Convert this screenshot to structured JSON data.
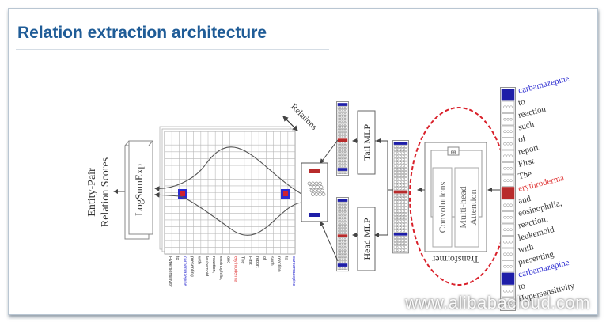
{
  "slide": {
    "title": "Relation extraction architecture",
    "watermark": "www.alibabacloud.com"
  },
  "diagram": {
    "output_label_line1": "Entity-Pair",
    "output_label_line2": "Relation Scores",
    "logsumexp_label": "LogSumExp",
    "relations_label": "Relations",
    "tail_mlp_label": "Tail MLP",
    "head_mlp_label": "Head MLP",
    "transformer_label": "Transformer",
    "convolutions_label": "Convolutions",
    "attention_label_line1": "Multi-head",
    "attention_label_line2": "Attention",
    "add_symbol": "⊕",
    "tokens": [
      {
        "text": "carbamazepine",
        "type": "entity"
      },
      {
        "text": "to",
        "type": "normal"
      },
      {
        "text": "reaction",
        "type": "normal"
      },
      {
        "text": "such",
        "type": "normal"
      },
      {
        "text": "of",
        "type": "normal"
      },
      {
        "text": "report",
        "type": "normal"
      },
      {
        "text": "First",
        "type": "normal"
      },
      {
        "text": "The",
        "type": "normal"
      },
      {
        "text": "erythroderma",
        "type": "target"
      },
      {
        "text": "and",
        "type": "normal"
      },
      {
        "text": "eosinophilia,",
        "type": "normal"
      },
      {
        "text": "reaction,",
        "type": "normal"
      },
      {
        "text": "leukemoid",
        "type": "normal"
      },
      {
        "text": "with",
        "type": "normal"
      },
      {
        "text": "presenting",
        "type": "normal"
      },
      {
        "text": "carbamazepine",
        "type": "entity"
      },
      {
        "text": "to",
        "type": "normal"
      },
      {
        "text": "Hypersensitivity",
        "type": "normal"
      }
    ],
    "bottom_tokens": [
      {
        "text": "Hypersensitivity",
        "type": "normal"
      },
      {
        "text": "to",
        "type": "normal"
      },
      {
        "text": "carbamazepine",
        "type": "entity"
      },
      {
        "text": "presenting",
        "type": "normal"
      },
      {
        "text": "with",
        "type": "normal"
      },
      {
        "text": "leukemoid",
        "type": "normal"
      },
      {
        "text": "reaction,",
        "type": "normal"
      },
      {
        "text": "eosinophilia,",
        "type": "normal"
      },
      {
        "text": "and",
        "type": "normal"
      },
      {
        "text": "erythroderma",
        "type": "target"
      },
      {
        "text": "The",
        "type": "normal"
      },
      {
        "text": "First",
        "type": "normal"
      },
      {
        "text": "report",
        "type": "normal"
      },
      {
        "text": "of",
        "type": "normal"
      },
      {
        "text": "such",
        "type": "normal"
      },
      {
        "text": "reaction",
        "type": "normal"
      },
      {
        "text": "to",
        "type": "normal"
      },
      {
        "text": "carbamazepine",
        "type": "entity"
      }
    ],
    "colors": {
      "title": "#1f5c97",
      "entity": "#2b2bd0",
      "target": "#e03b3b",
      "entity_cell": "#1e1ea8",
      "target_cell": "#b82b2b",
      "ellipse": "#d9202a",
      "line": "#555555"
    }
  }
}
